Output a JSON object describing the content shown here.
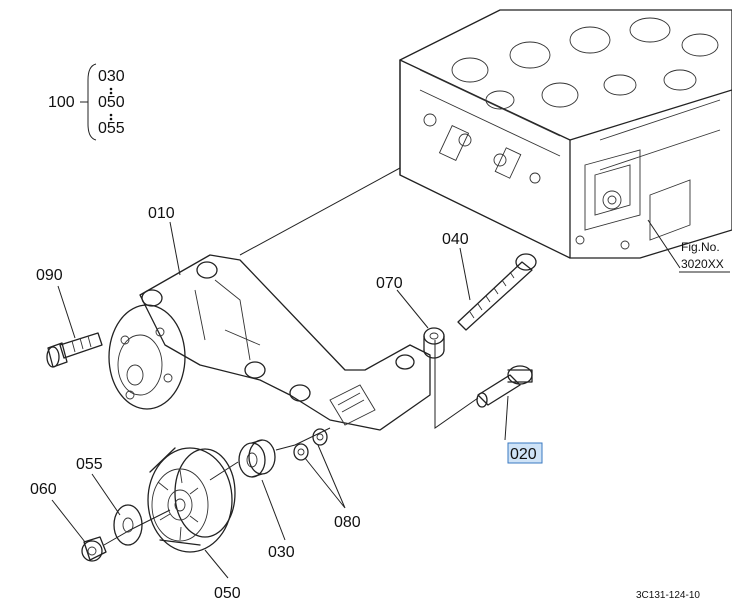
{
  "callouts": {
    "p010": "010",
    "p020": "020",
    "p030": "030",
    "p040": "040",
    "p050": "050",
    "p055": "055",
    "p060": "060",
    "p070": "070",
    "p080": "080",
    "p090": "090"
  },
  "assembly": {
    "label": "100",
    "members": [
      "030",
      "050",
      "055"
    ]
  },
  "figure": {
    "prefix": "Fig.No.",
    "number": "3020XX"
  },
  "drawing_code": "3C131-124-10",
  "highlight_color": "#3a78c2"
}
